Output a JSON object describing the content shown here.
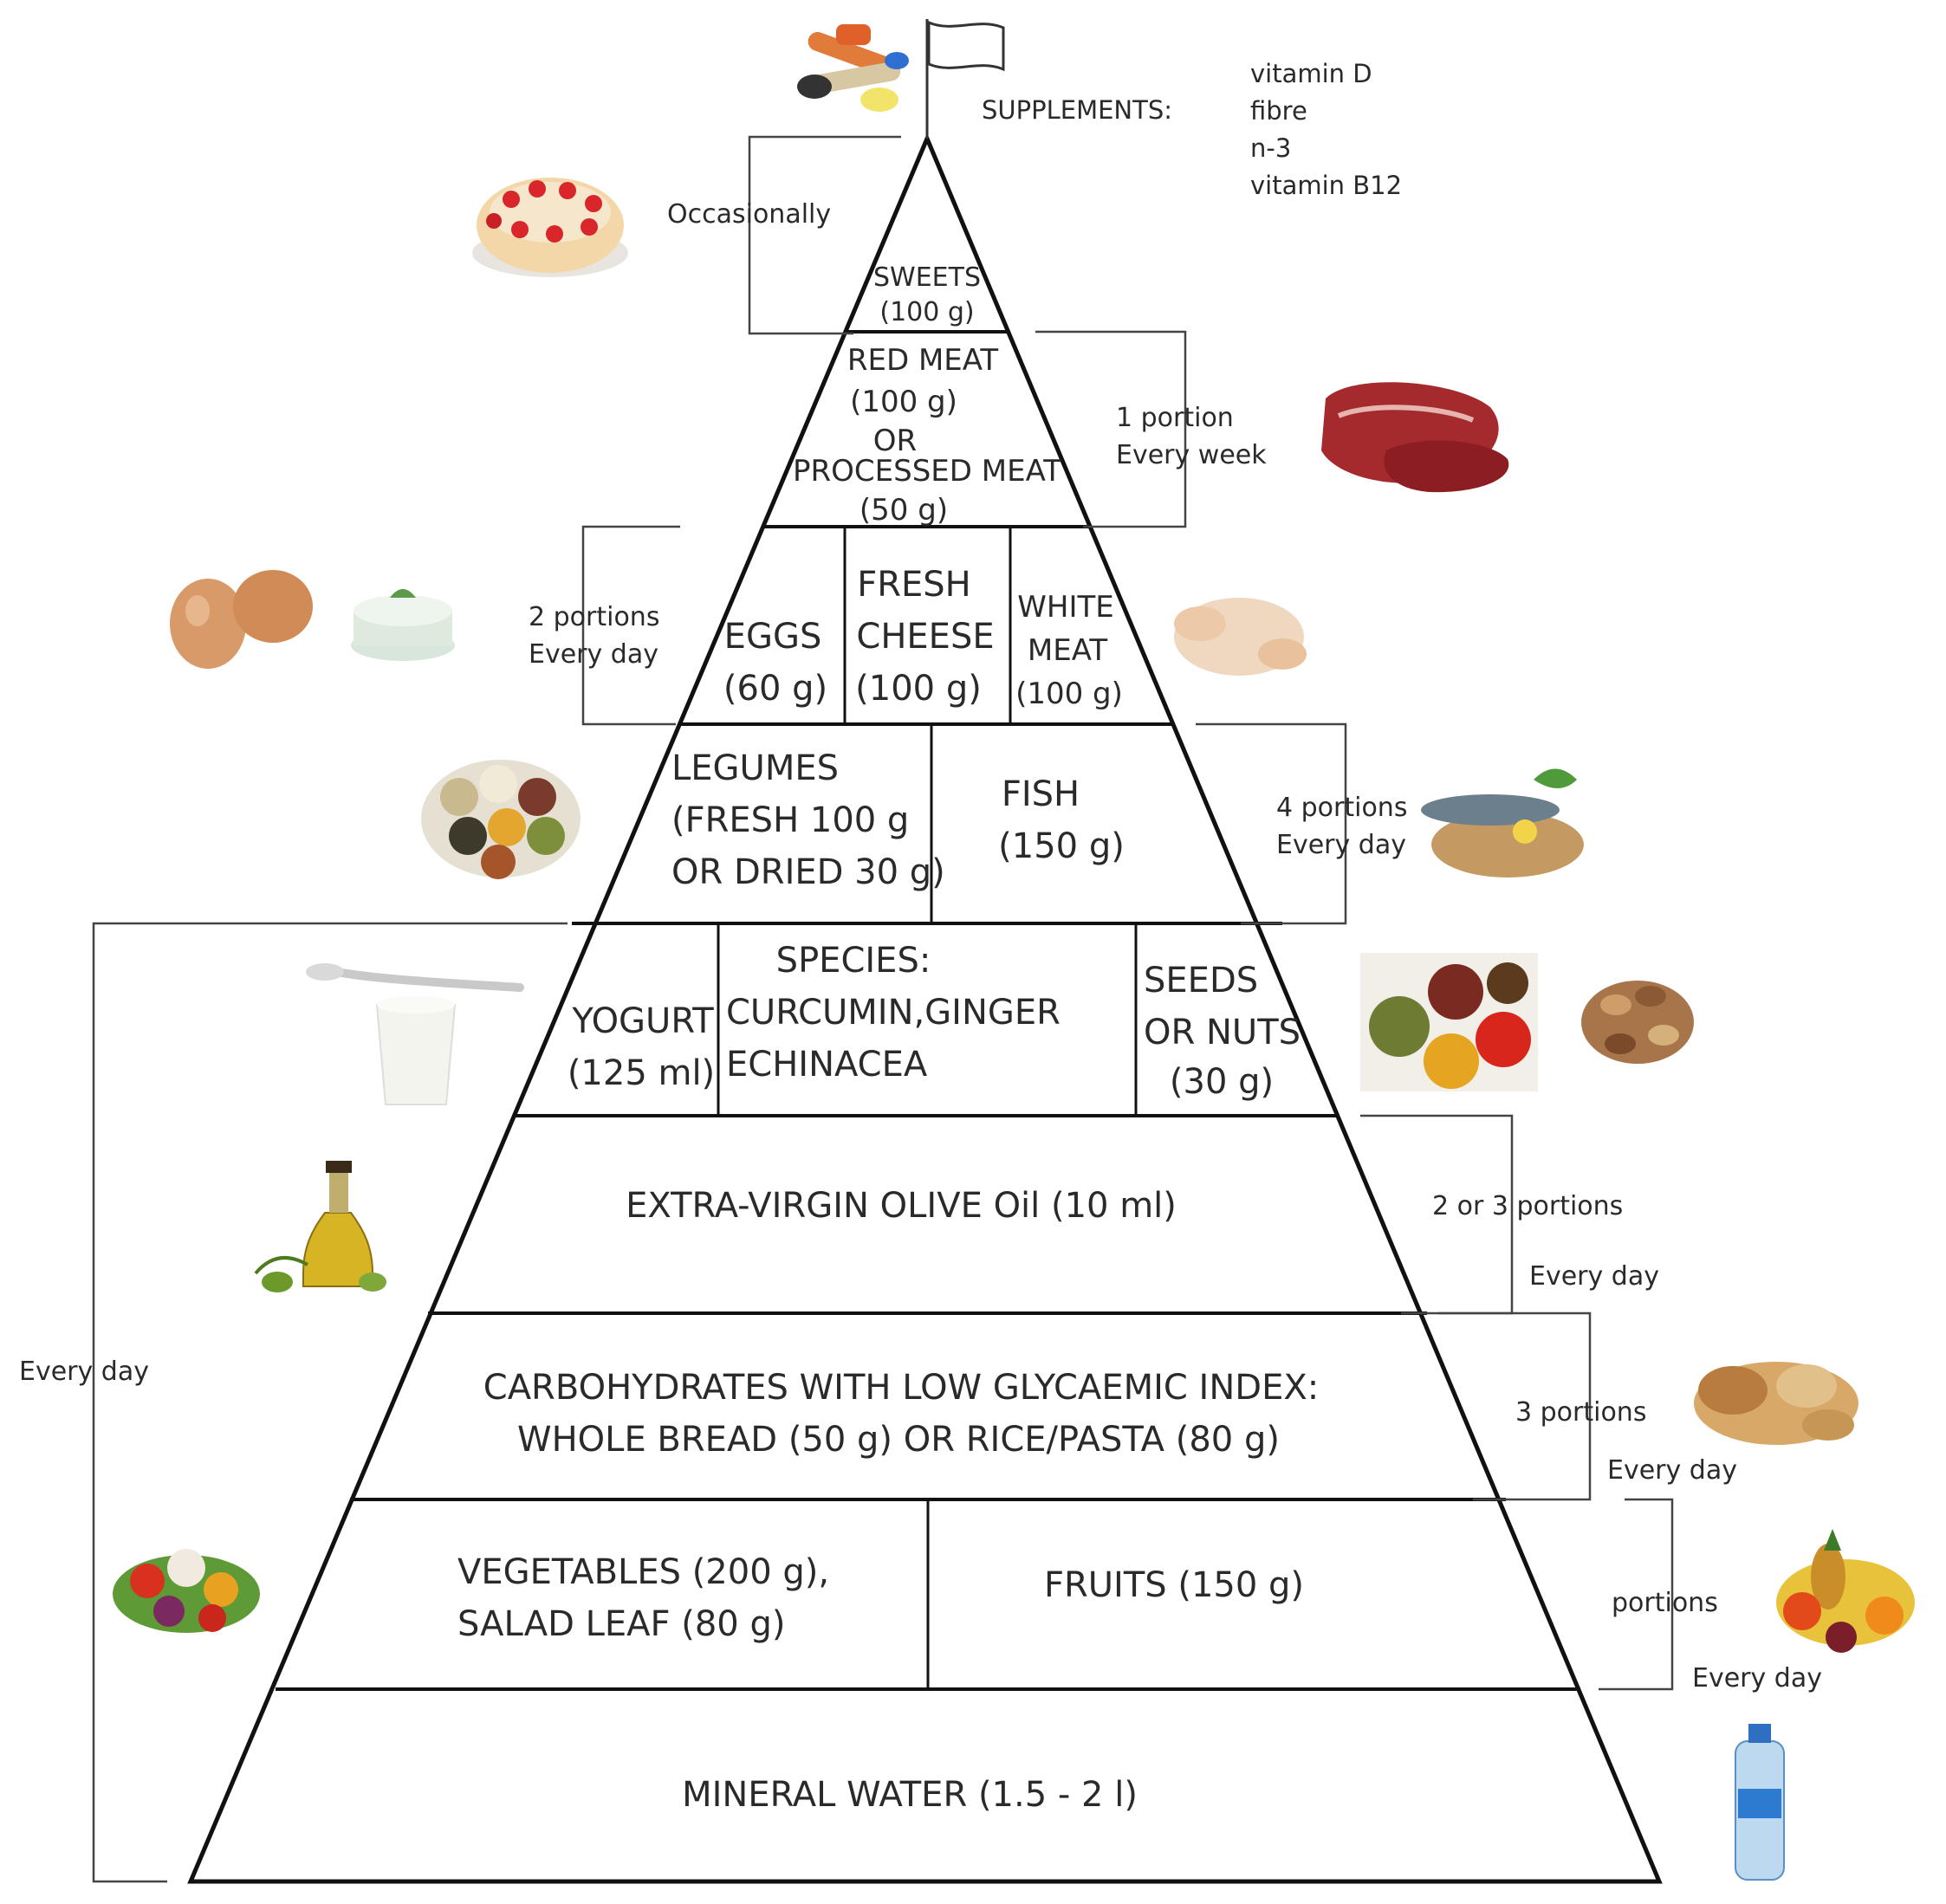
{
  "supplements": {
    "label": "SUPPLEMENTS:",
    "items": [
      "vitamin D",
      "fibre",
      "n-3",
      "vitamin B12"
    ]
  },
  "frequencies": {
    "occasionally": "Occasionally",
    "weekly": [
      "1 portion",
      "Every week"
    ],
    "protein": [
      "2 portions",
      "Every day"
    ],
    "fish_legumes": [
      "4 portions",
      "Every day"
    ],
    "oil": [
      "2 or 3 portions",
      "Every day"
    ],
    "carbs": [
      "3 portions",
      "Every day"
    ],
    "produce": [
      "portions",
      "Every day"
    ],
    "every_day": "Every day"
  },
  "tiers": {
    "sweets": [
      "SWEETS",
      "(100 g)"
    ],
    "meat": [
      "RED MEAT",
      "(100 g)",
      "OR",
      "PROCESSED MEAT",
      "(50 g)"
    ],
    "eggs": [
      "EGGS",
      "(60 g)"
    ],
    "cheese": [
      "FRESH",
      "CHEESE",
      "(100 g)"
    ],
    "white_meat": [
      "WHITE",
      "MEAT",
      "(100 g)"
    ],
    "legumes": [
      "LEGUMES",
      "(FRESH 100 g",
      "OR DRIED 30 g)"
    ],
    "fish": [
      "FISH",
      "(150 g)"
    ],
    "yogurt": [
      "YOGURT",
      "(125 ml)"
    ],
    "species": [
      "SPECIES:",
      "CURCUMIN,GINGER",
      "ECHINACEA"
    ],
    "seeds": [
      "SEEDS",
      "OR NUTS",
      "(30 g)"
    ],
    "oil": "EXTRA-VIRGIN OLIVE Oil (10 ml)",
    "carbs": [
      "CARBOHYDRATES WITH LOW GLYCAEMIC INDEX:",
      "WHOLE BREAD (50 g) OR RICE/PASTA (80 g)"
    ],
    "vegetables": [
      "VEGETABLES (200 g),",
      "SALAD LEAF (80 g)"
    ],
    "fruits": "FRUITS (150 g)",
    "water": "MINERAL WATER (1.5 - 2 l)"
  },
  "icons": [
    "pills-icon",
    "flag-icon",
    "cake-icon",
    "red-meat-icon",
    "eggs-icon",
    "cheese-icon",
    "chicken-icon",
    "legumes-icon",
    "fish-icon",
    "yogurt-icon",
    "spices-icon",
    "nuts-icon",
    "olive-oil-icon",
    "bread-icon",
    "vegetables-icon",
    "fruits-icon",
    "water-bottle-icon"
  ]
}
